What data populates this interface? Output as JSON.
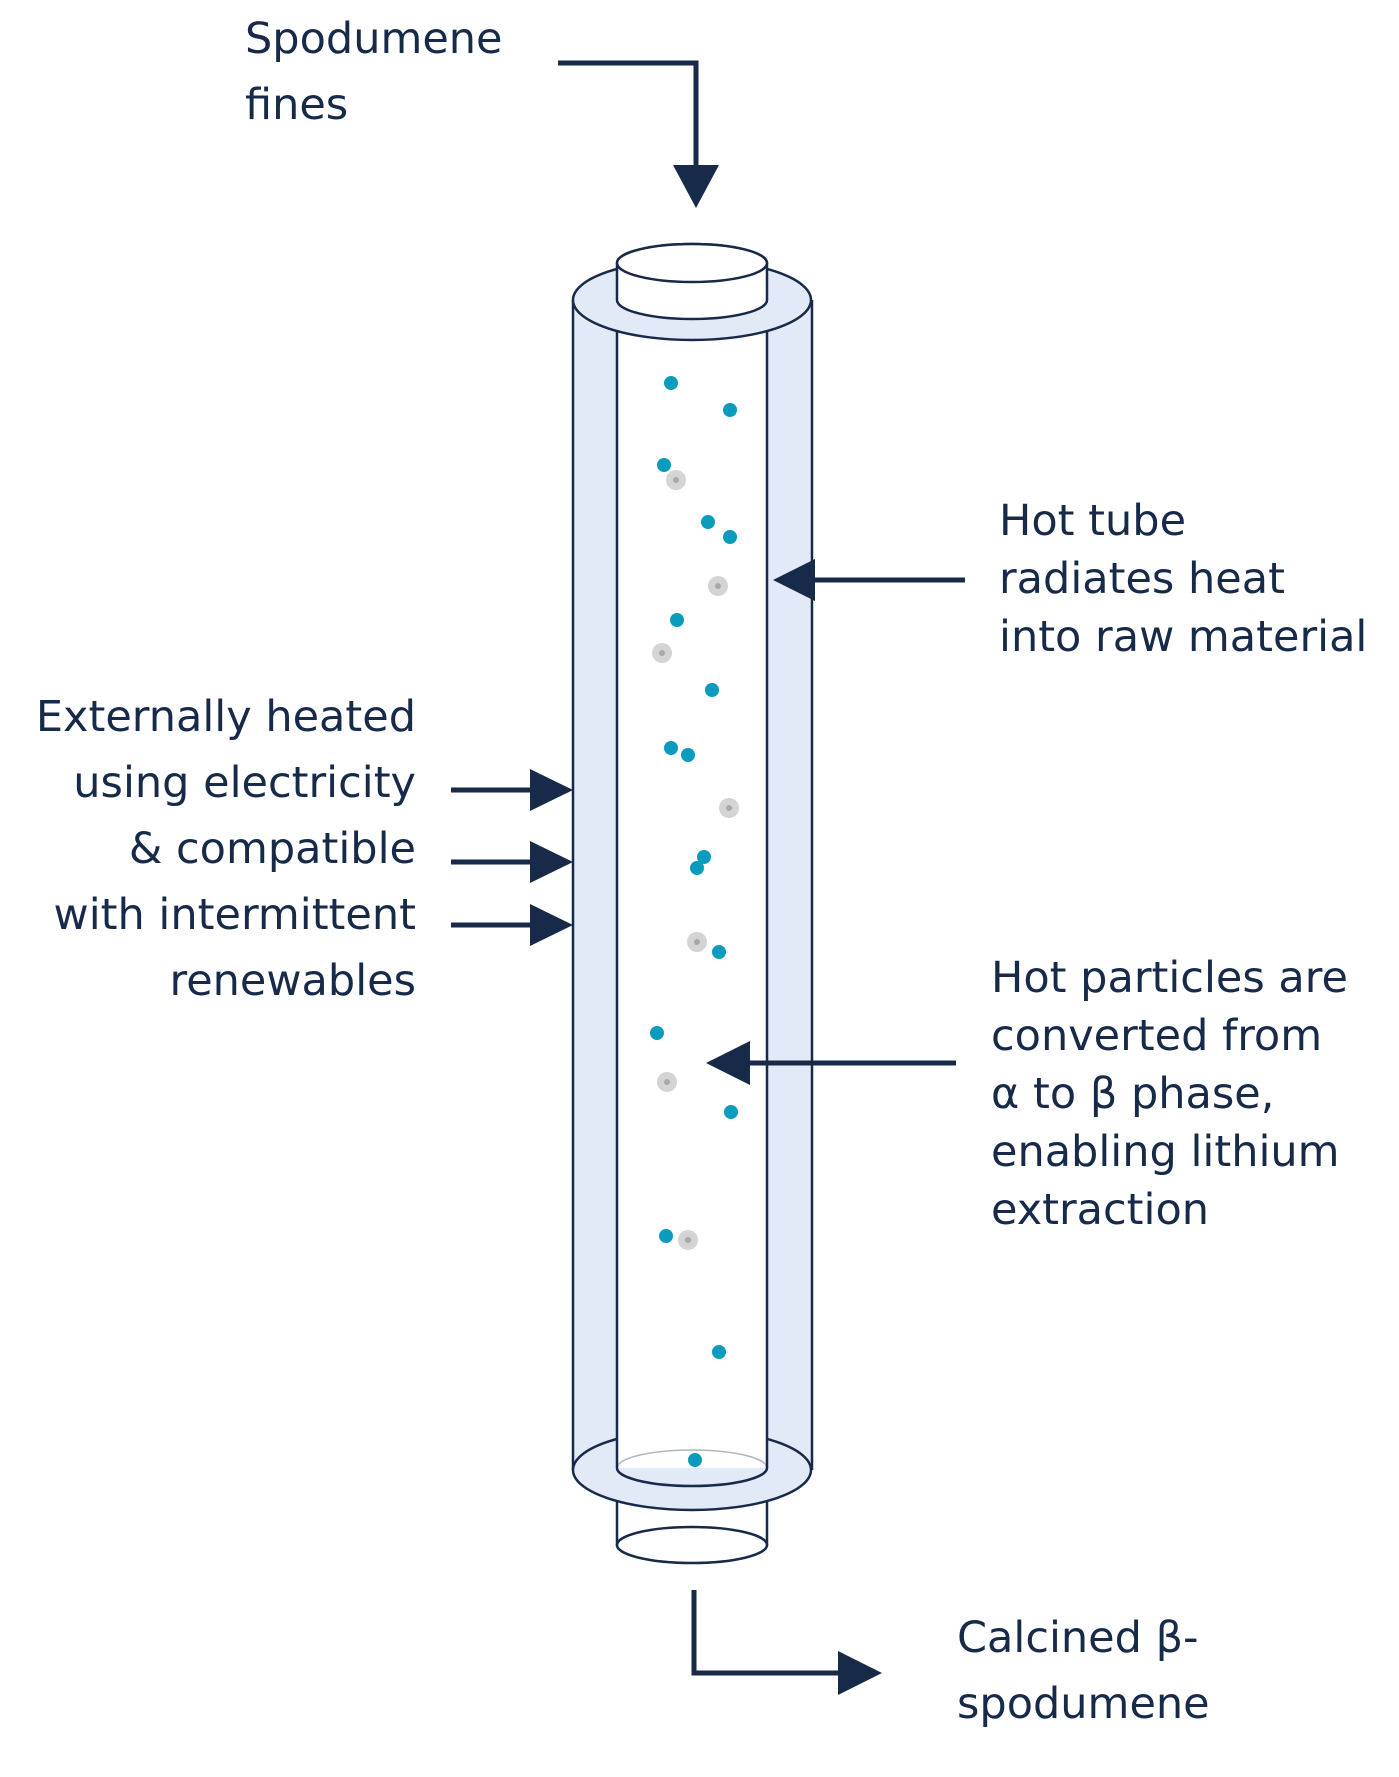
{
  "colors": {
    "navy": "#172a4a",
    "tube_glass": "#e1eaf6",
    "tube_inner": "#ffffff",
    "particle_alpha": "#0a9bbd",
    "particle_beta": "#cfcfcf"
  },
  "labels": {
    "input": [
      "Spodumene",
      "fines"
    ],
    "hot_tube": [
      "Hot tube",
      "radiates heat",
      "into raw material"
    ],
    "heating": [
      "Externally heated",
      "using electricity",
      "& compatible",
      "with intermittent",
      "renewables"
    ],
    "conversion": [
      "Hot particles are",
      "converted from",
      "α to β phase,",
      "enabling lithium",
      "extraction"
    ],
    "output": [
      "Calcined β-",
      "spodumene"
    ]
  }
}
